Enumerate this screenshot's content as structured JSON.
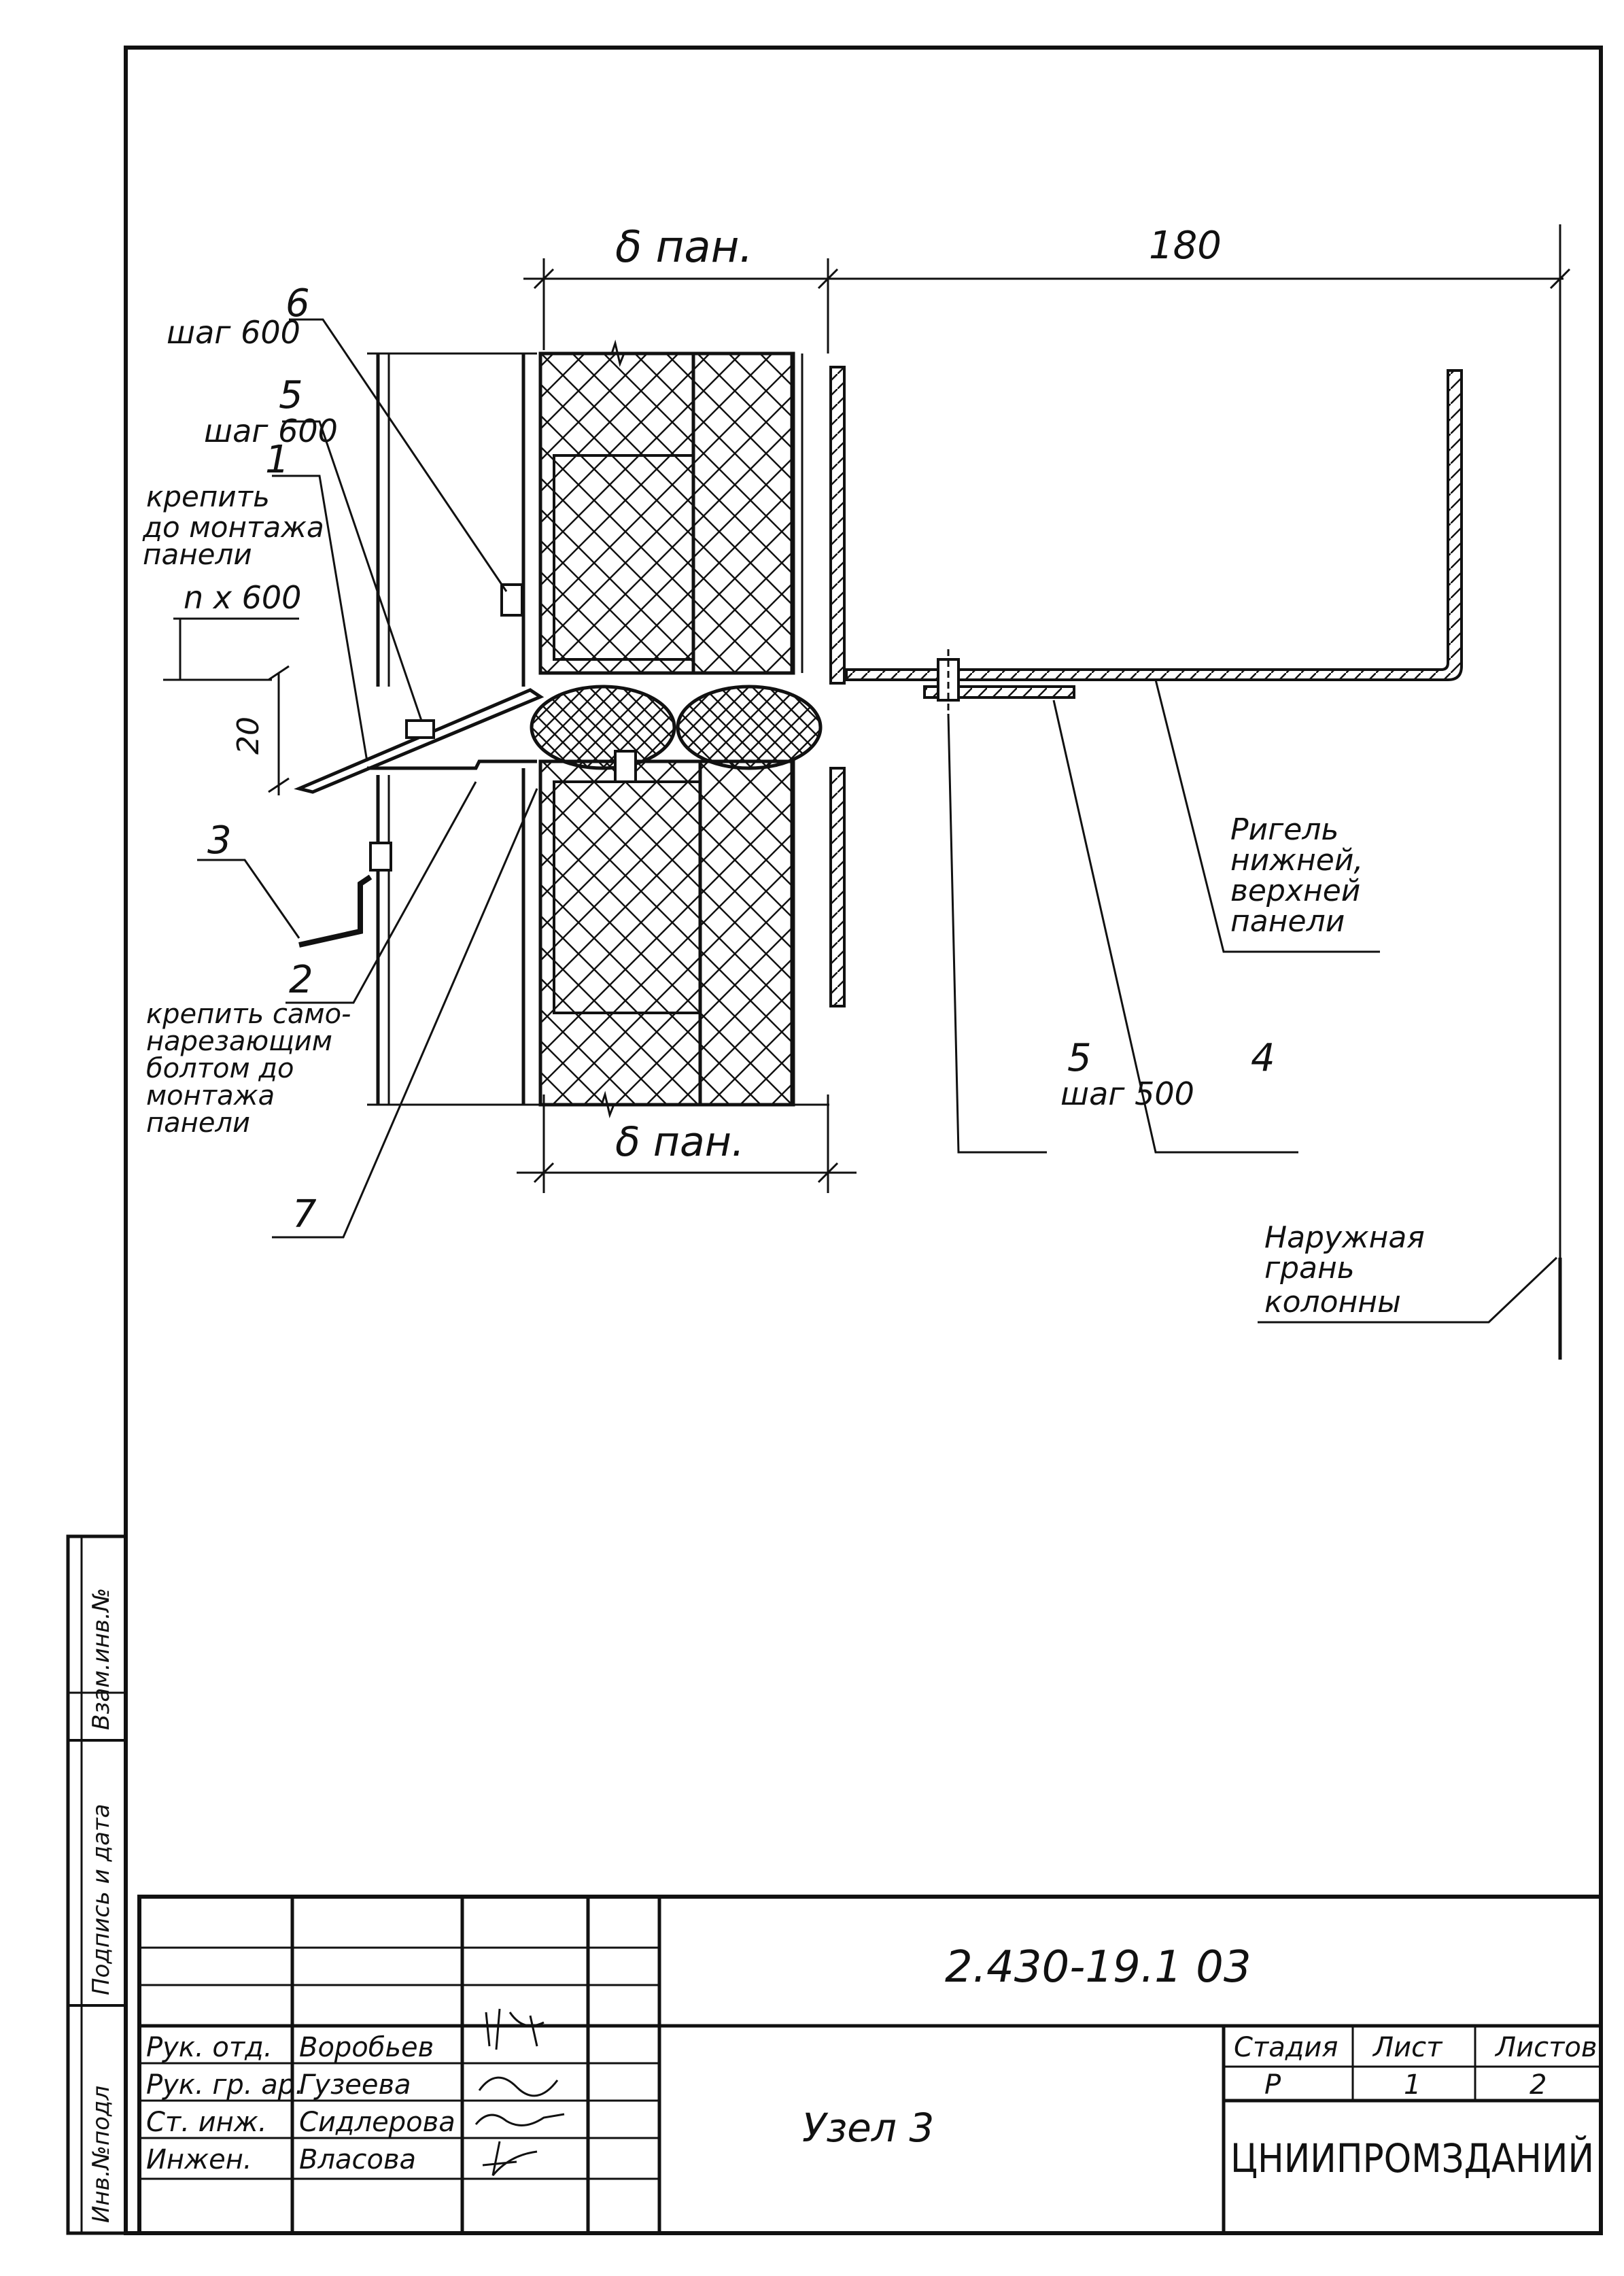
{
  "drawing": {
    "dim_top_left": "δ пан.",
    "dim_top_right": "180",
    "dim_bottom": "δ пан.",
    "callouts": {
      "c6_num": "6",
      "c6_step": "шаг 600",
      "c5_num": "5",
      "c5_step": "шаг 600",
      "c1_num": "1",
      "c1_l1": "крепить",
      "c1_l2": "до монтажа",
      "c1_l3": "панели",
      "c1_l4": "n x 600",
      "c20": "20",
      "c3_num": "3",
      "c2_num": "2",
      "c2_l1": "крепить само-",
      "c2_l2": "нарезающим",
      "c2_l3": "болтом до",
      "c2_l4": "монтажа",
      "c2_l5": "панели",
      "c7_num": "7",
      "c5b_num": "5",
      "c5b_step": "шаг 500",
      "c4_num": "4",
      "rigel_l1": "Ригель",
      "rigel_l2": "нижней,",
      "rigel_l3": "верхней",
      "rigel_l4": "панели",
      "col_l1": "Наружная",
      "col_l2": "грань",
      "col_l3": "колонны"
    }
  },
  "side_stamp": {
    "inv_podl": "Инв.№подл",
    "podpis": "Подпись и дата",
    "vzam": "Взам.инв.№"
  },
  "title_block": {
    "doc_code": "2.430-19.1 03",
    "title": "Узел 3",
    "roles": [
      "Рук. отд.",
      "Рук. гр. ар.",
      "Ст. инж.",
      "Инжен."
    ],
    "names": [
      "Воробьев",
      "Гузеева",
      "Сидлерова",
      "Власова"
    ],
    "headers": {
      "stage": "Стадия",
      "sheet": "Лист",
      "sheets": "Листов"
    },
    "values": {
      "stage": "Р",
      "sheet": "1",
      "sheets": "2"
    },
    "org": "ЦНИИПРОМЗДАНИЙ"
  }
}
